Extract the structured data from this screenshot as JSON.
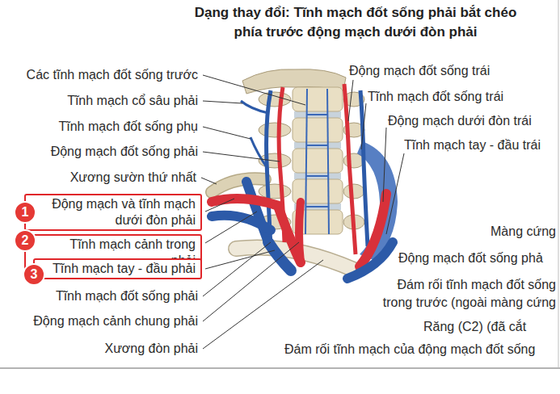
{
  "diagram": {
    "title": "Dạng thay đổi: Tĩnh mạch đốt sống phải bắt chéo phía trước động mạch dưới đòn phải",
    "nodes": [
      {
        "text": [
          "1"
        ]
      },
      {
        "text": [
          "Động mạch và tĩnh mạch dưới đòn phải"
        ]
      },
      {
        "text": [
          "2"
        ]
      },
      {
        "text": [
          "Tĩnh mạch cảnh trong phải"
        ]
      },
      {
        "text": [
          "3"
        ]
      },
      {
        "text": [
          "Tĩnh mạch tay - đầu phải"
        ]
      }
    ],
    "labels": [
      "Các tĩnh mạch đốt sống trước",
      "Tĩnh mạch cổ sâu phải",
      "Tĩnh mạch đốt sống phụ",
      "Động mạch đốt sống phải",
      "Xương sườn thứ nhất",
      "Tĩnh mạch đốt sống phải",
      "Động mạch cảnh chung phải",
      "Xương đòn phải",
      "Động mạch đốt sống trái",
      "Tĩnh mạch đốt sống trái",
      "Động mạch dưới đòn trái",
      "Tĩnh mạch tay - đầu trái",
      "Màng cứng",
      "Động mạch đốt sống phả",
      "Đám rối tĩnh mạch đốt sống trong trước (ngoài màng cứng",
      "Răng (C2) (đã cắt",
      "Đám rối tĩnh mạch của động mạch đốt sống"
    ]
  }
}
